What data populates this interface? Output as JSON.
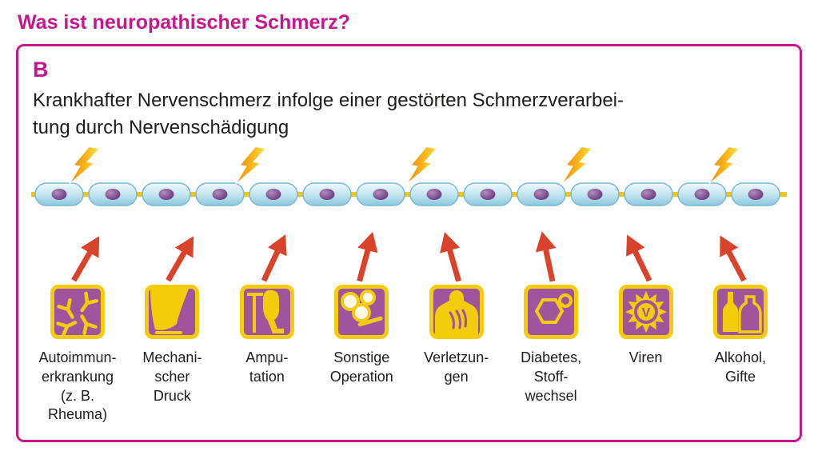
{
  "page": {
    "title": "Was ist neuropathischer Schmerz?"
  },
  "panel": {
    "label": "B",
    "description": "Krankhafter Nervenschmerz infolge einer gestörten Schmerzverarbei-\ntung durch Nervenschädigung"
  },
  "causes": [
    {
      "id": "autoimmune",
      "icon": "antibody-icon",
      "label": "Autoimmun-\nerkrankung\n(z. B. Rheuma)"
    },
    {
      "id": "pressure",
      "icon": "mechanical-pressure-icon",
      "label": "Mechani-\nscher\nDruck"
    },
    {
      "id": "amputation",
      "icon": "amputation-icon",
      "label": "Ampu-\ntation"
    },
    {
      "id": "operation",
      "icon": "surgery-icon",
      "label": "Sonstige\nOperation"
    },
    {
      "id": "injuries",
      "icon": "injury-icon",
      "label": "Verletzun-\ngen"
    },
    {
      "id": "metabolism",
      "icon": "molecule-icon",
      "label": "Diabetes,\nStoff-\nwechsel"
    },
    {
      "id": "viruses",
      "icon": "virus-icon",
      "label": "Viren"
    },
    {
      "id": "toxins",
      "icon": "bottles-icon",
      "label": "Alkohol,\nGifte"
    }
  ],
  "virus_letter": "V",
  "colors": {
    "magenta": "#c5188c",
    "arrow_red": "#d9432c",
    "icon_yellow": "#f3cd0a",
    "icon_purple": "#a0549e",
    "nerve_blue": "#bfe3ef",
    "nerve_line_yellow": "#f2c50f",
    "bolt_orange": "#ef8c1a",
    "text": "#1d1d1b"
  }
}
